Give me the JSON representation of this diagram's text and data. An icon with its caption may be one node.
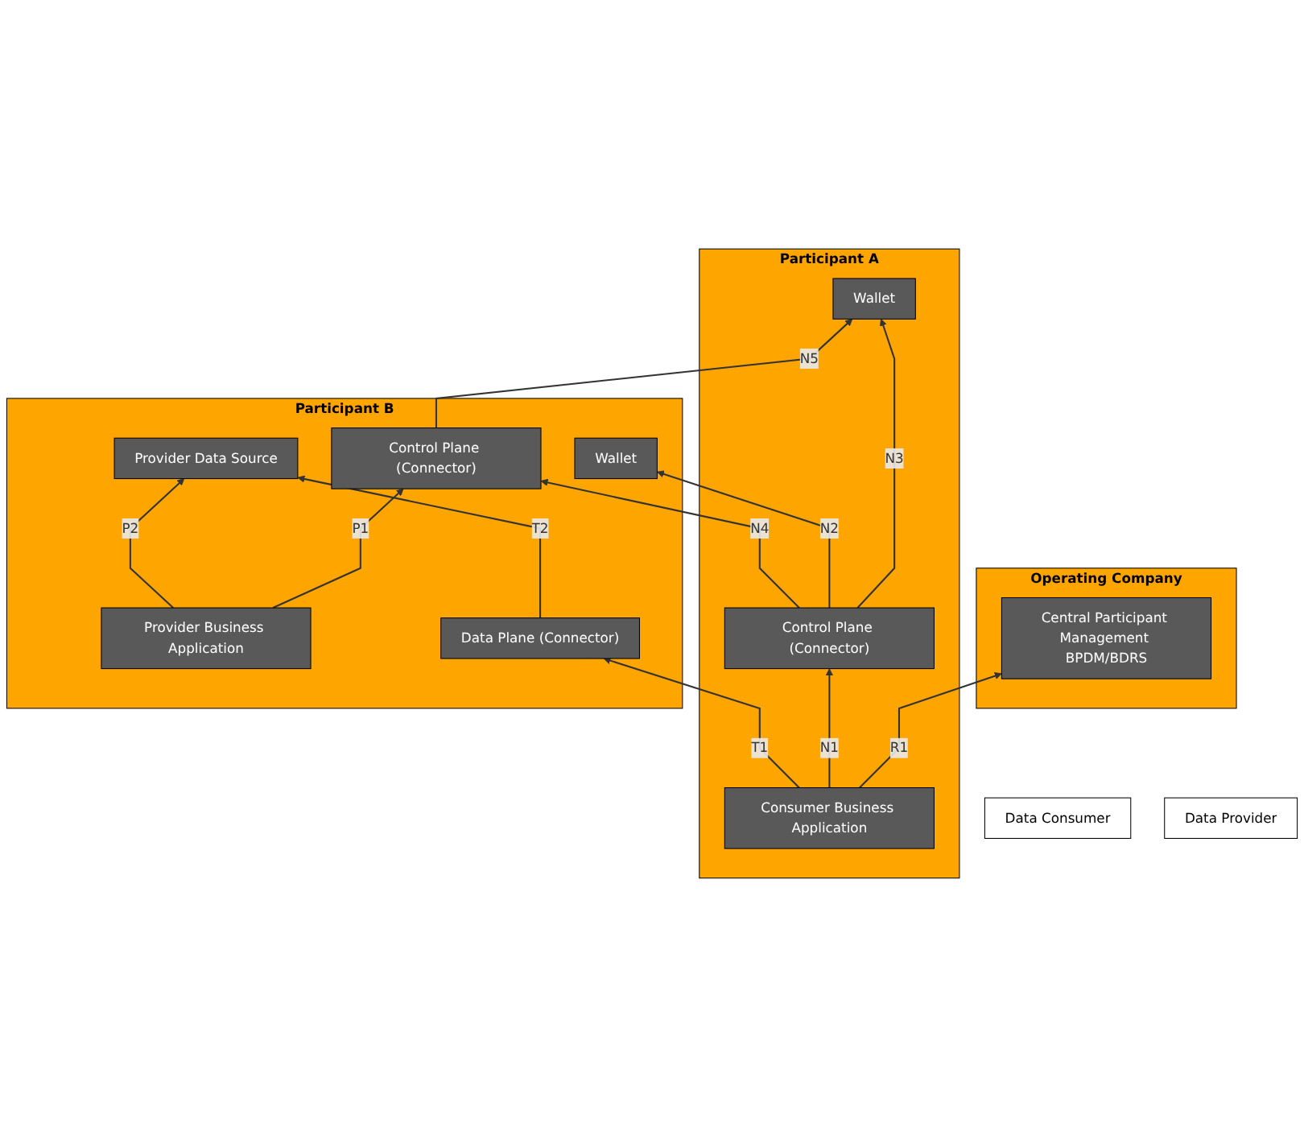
{
  "diagram": {
    "nodes": [
      {
        "text": [
          "Operating Company"
        ]
      },
      {
        "text": [
          "Central Participant Management BPDM/BDRS"
        ],
        "in": 0
      },
      {
        "text": [
          "Participant A"
        ]
      },
      {
        "text": [
          "Wallet"
        ],
        "in": 2
      },
      {
        "text": [
          "Consumer Business Application"
        ],
        "in": 2
      },
      {
        "text": [
          "Control Plane (Connector)"
        ],
        "in": 2
      },
      {
        "text": [
          "Participant B"
        ]
      },
      {
        "text": [
          "Wallet"
        ],
        "in": 6
      },
      {
        "text": [
          "Control Plane (Connector)"
        ],
        "in": 6
      },
      {
        "text": [
          "Provider Business Application"
        ],
        "in": 6
      },
      {
        "text": [
          "Data Plane (Connector)"
        ],
        "in": 6
      },
      {
        "text": [
          "Provider Data Source"
        ],
        "in": 6
      },
      {
        "text": [
          "Data Consumer"
        ]
      },
      {
        "text": [
          "Data Provider"
        ]
      }
    ],
    "edges": [
      {
        "from": 4,
        "to": 1,
        "arrow": "to",
        "label": "R1"
      },
      {
        "from": 4,
        "to": 5,
        "arrow": "to",
        "label": "N1"
      },
      {
        "from": 5,
        "to": 3,
        "arrow": "to",
        "label": "N3"
      },
      {
        "from": 5,
        "to": 7,
        "arrow": "to",
        "label": "N2"
      },
      {
        "from": 5,
        "to": 8,
        "arrow": "to",
        "label": "N4"
      },
      {
        "from": 8,
        "to": 3,
        "arrow": "to",
        "label": "N5"
      },
      {
        "from": 9,
        "to": 8,
        "arrow": "to",
        "label": "P1"
      },
      {
        "from": 9,
        "to": 11,
        "arrow": "to",
        "label": "P2"
      },
      {
        "from": 4,
        "to": 10,
        "arrow": "to",
        "label": "T1"
      },
      {
        "from": 10,
        "to": 11,
        "arrow": "to",
        "label": "T2"
      }
    ]
  }
}
